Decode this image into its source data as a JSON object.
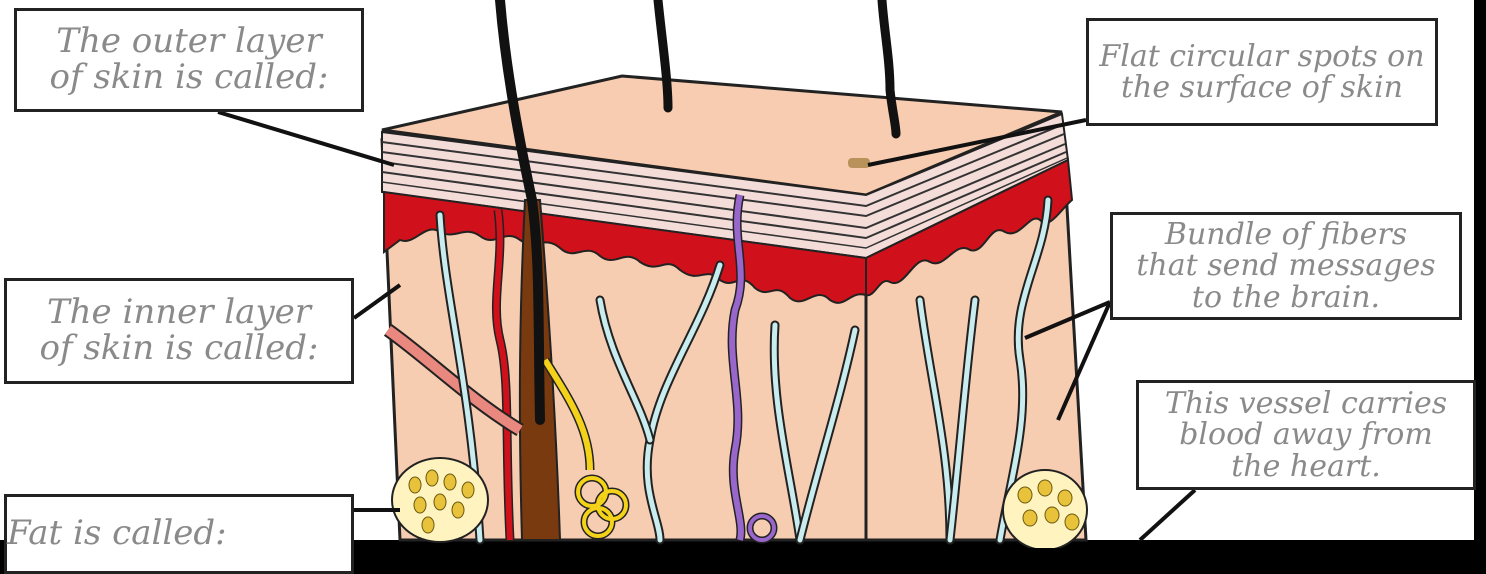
{
  "labels": {
    "outer_layer": [
      "The outer layer",
      "of skin is called:"
    ],
    "spots": [
      "Flat circular spots on",
      "the surface of skin"
    ],
    "inner_layer": [
      "The inner layer",
      "of skin is called:"
    ],
    "nerve": [
      "Bundle of fibers",
      "that send messages",
      "to the brain."
    ],
    "vessel": [
      "This vessel carries",
      "blood away from",
      "the heart."
    ],
    "fat": [
      "Fat is called:"
    ]
  },
  "colors": {
    "background": "#000000",
    "skin": "#f6cdb1",
    "epidermis_lines": "#f3dad6",
    "dermis_red": "#d0101a",
    "nerve_blue": "#c9ecef",
    "vein_purple": "#9966cc",
    "hair": "#111111",
    "follicle_brown": "#7a3a10",
    "fat_yellow": "#e8c23a",
    "freckle": "#b8925a",
    "label_text": "#8a8a8a"
  }
}
